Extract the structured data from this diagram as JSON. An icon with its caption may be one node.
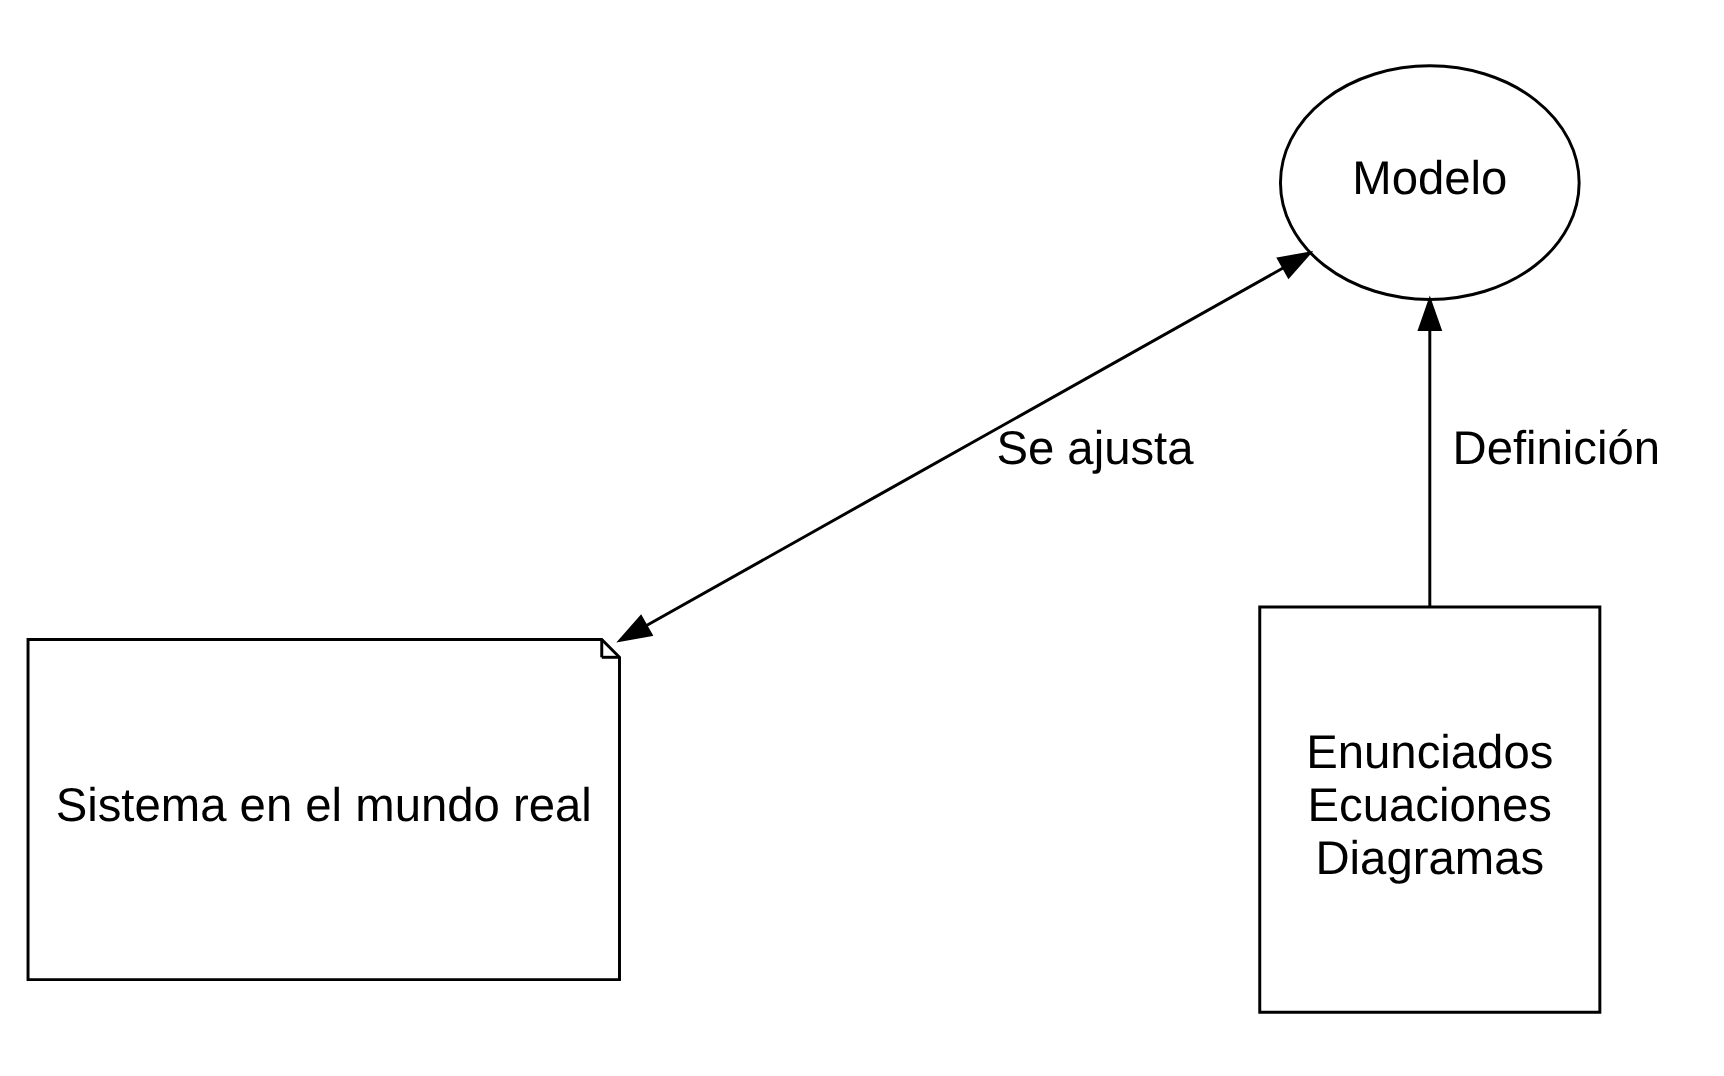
{
  "diagram": {
    "nodes": [
      {
        "text": [
          "Modelo"
        ]
      },
      {
        "text": [
          "Enunciados",
          "Ecuaciones",
          "Diagramas"
        ]
      },
      {
        "text": [
          "Sistema en el mundo real"
        ]
      }
    ],
    "edges": [
      {
        "from": 1,
        "to": 0,
        "arrow": "to",
        "label": "Definición"
      },
      {
        "from": 0,
        "to": 2,
        "arrow": "both",
        "label": "Se ajusta"
      }
    ]
  }
}
